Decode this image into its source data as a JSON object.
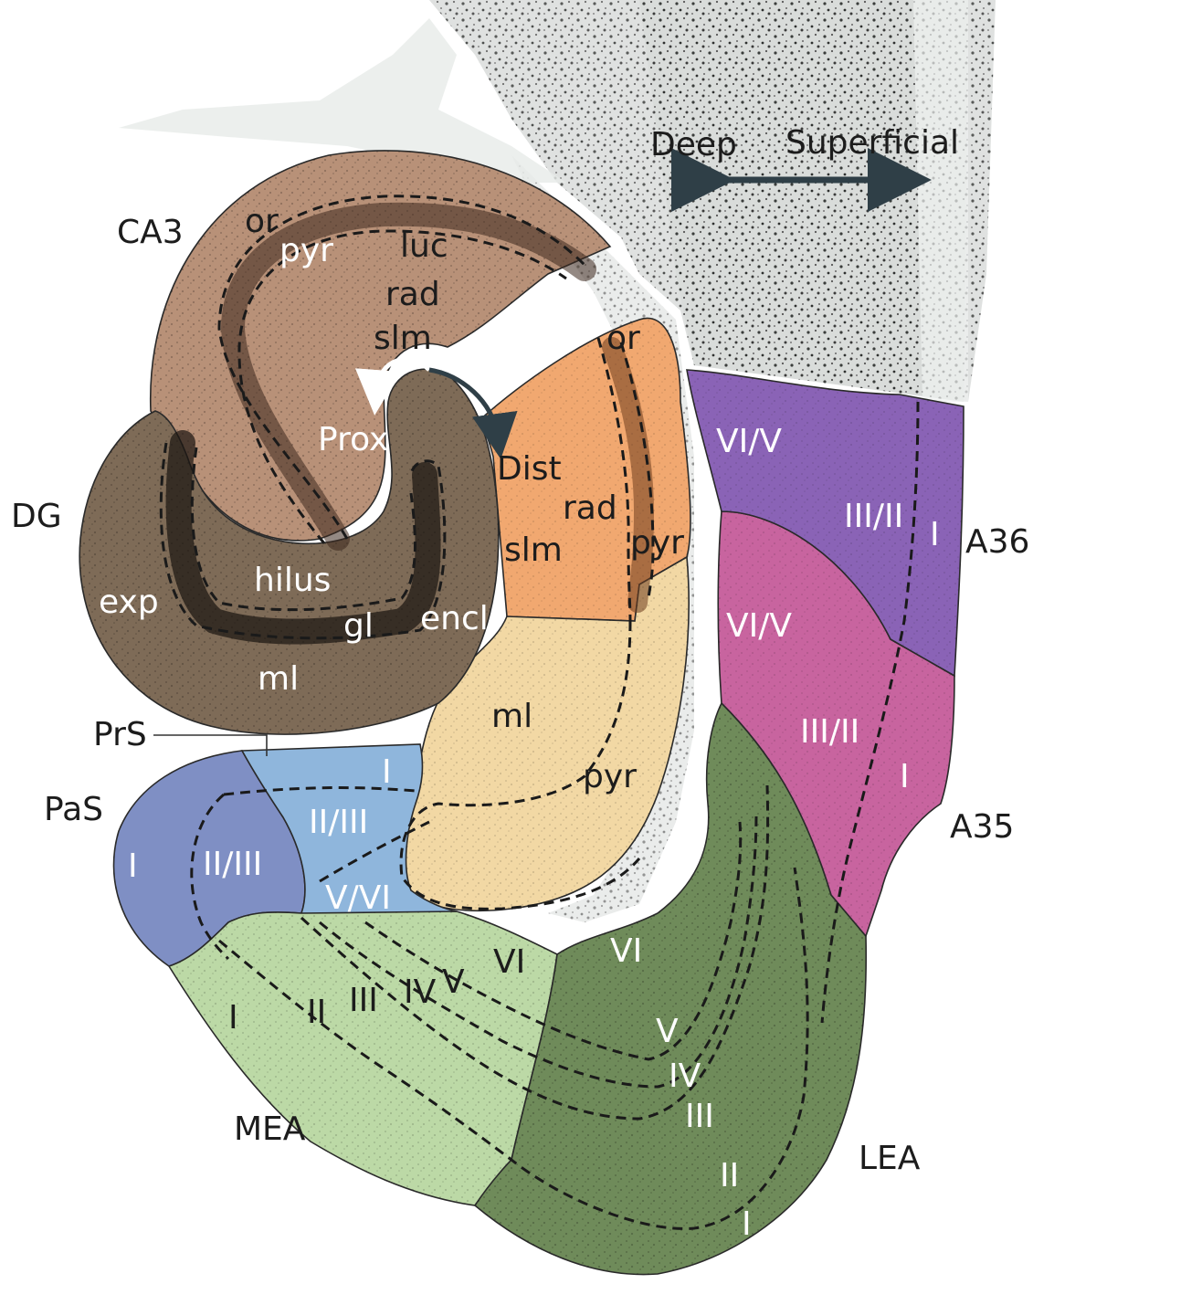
{
  "axis": {
    "deep": "Deep",
    "superficial": "Superficial"
  },
  "regions": {
    "ca3": {
      "name": "CA3",
      "color": "#b89178",
      "layers": {
        "or": "or",
        "pyr": "pyr",
        "luc": "luc",
        "rad": "rad",
        "slm": "slm"
      }
    },
    "dg": {
      "name": "DG",
      "color": "#7e6b57",
      "layers": {
        "exp": "exp",
        "hilus": "hilus",
        "gl": "gl",
        "encl": "encl",
        "ml": "ml"
      }
    },
    "ca1": {
      "color": "#f1a870",
      "layers": {
        "or": "or",
        "rad": "rad",
        "slm": "slm",
        "pyr": "pyr"
      }
    },
    "subiculum": {
      "color": "#f2d8a4",
      "layers": {
        "ml": "ml",
        "pyr": "pyr"
      }
    },
    "prs": {
      "name": "PrS",
      "color": "#8fb6dc",
      "layers": {
        "I": "I",
        "II_III": "II/III",
        "V_VI": "V/VI"
      }
    },
    "pas": {
      "name": "PaS",
      "color": "#7f8fc4",
      "layers": {
        "I": "I",
        "II_III": "II/III"
      }
    },
    "mea": {
      "name": "MEA",
      "color": "#bcd9a6",
      "layers": {
        "I": "I",
        "II": "II",
        "III": "III",
        "IV": "IV",
        "V": "V",
        "VI": "VI"
      }
    },
    "lea": {
      "name": "LEA",
      "color": "#6f8b5a",
      "layers": {
        "VI": "VI",
        "V": "V",
        "IV": "IV",
        "III": "III",
        "II": "II",
        "I": "I"
      }
    },
    "a36": {
      "name": "A36",
      "color": "#8a63b6",
      "layers": {
        "VI_V": "VI/V",
        "III_II": "III/II",
        "I": "I"
      }
    },
    "a35": {
      "name": "A35",
      "color": "#c8649f",
      "layers": {
        "VI_V": "VI/V",
        "III_II": "III/II",
        "I": "I"
      }
    }
  },
  "arrows": {
    "prox": "Prox",
    "dist": "Dist"
  }
}
